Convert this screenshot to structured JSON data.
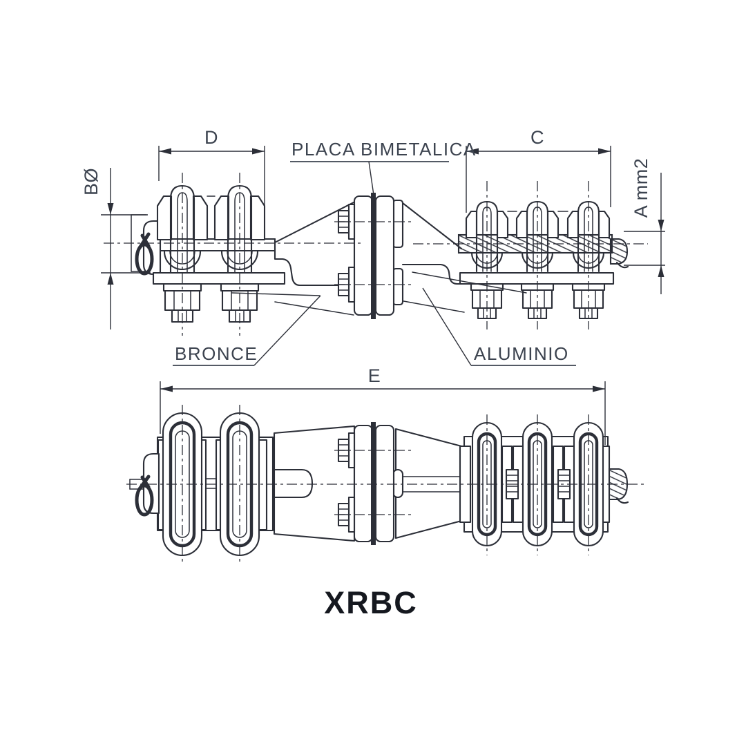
{
  "colors": {
    "line": "#2c2f38",
    "text": "#3c434f",
    "title": "#15181f",
    "background": "#ffffff"
  },
  "diagram": {
    "product_code": "XRBC",
    "callouts": {
      "placa_bimetalica": "PLACA BIMETALICA",
      "bronce": "BRONCE",
      "aluminio": "ALUMINIO"
    },
    "dimensions": {
      "d": "D",
      "c": "C",
      "b_diameter": "BØ",
      "a_section": "A mm2",
      "e": "E"
    }
  }
}
